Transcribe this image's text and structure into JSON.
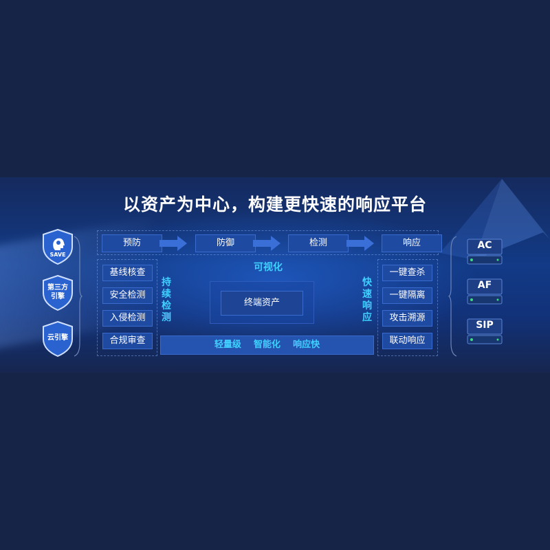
{
  "title": "以资产为中心，构建更快速的响应平台",
  "engines": [
    {
      "label": "SAVE"
    },
    {
      "label_line1": "第三方",
      "label_line2": "引擎"
    },
    {
      "label": "云引擎"
    }
  ],
  "stages": [
    "预防",
    "防御",
    "检测",
    "响应"
  ],
  "visualization_label": "可视化",
  "left_column": {
    "vertical_label": [
      "持",
      "续",
      "检",
      "测"
    ],
    "items": [
      "基线核查",
      "安全检测",
      "入侵检测",
      "合规审查"
    ]
  },
  "right_column": {
    "vertical_label": [
      "快",
      "速",
      "响",
      "应"
    ],
    "items": [
      "一键查杀",
      "一键隔离",
      "攻击溯源",
      "联动响应"
    ]
  },
  "center_label": "终端资产",
  "features": [
    "轻量级",
    "智能化",
    "响应快"
  ],
  "devices": [
    "AC",
    "AF",
    "SIP"
  ],
  "colors": {
    "background": "#162447",
    "box": "#1f4aa2",
    "accent": "#3fd0ff",
    "device_led": "#3ddc84"
  }
}
